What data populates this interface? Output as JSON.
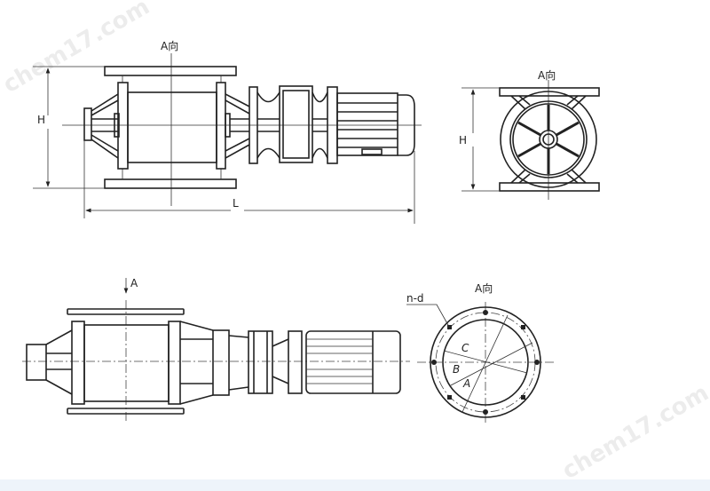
{
  "watermark": "chem17.com",
  "side_view": {
    "view_label": "A向",
    "height_label": "H",
    "length_label": "L"
  },
  "end_view": {
    "view_label": "A向",
    "height_label": "H"
  },
  "plan_view": {
    "arrow_label": "A"
  },
  "flange_view": {
    "view_label": "A向",
    "hole_label": "n-d",
    "diameter_labels": [
      "C",
      "B",
      "A"
    ]
  }
}
